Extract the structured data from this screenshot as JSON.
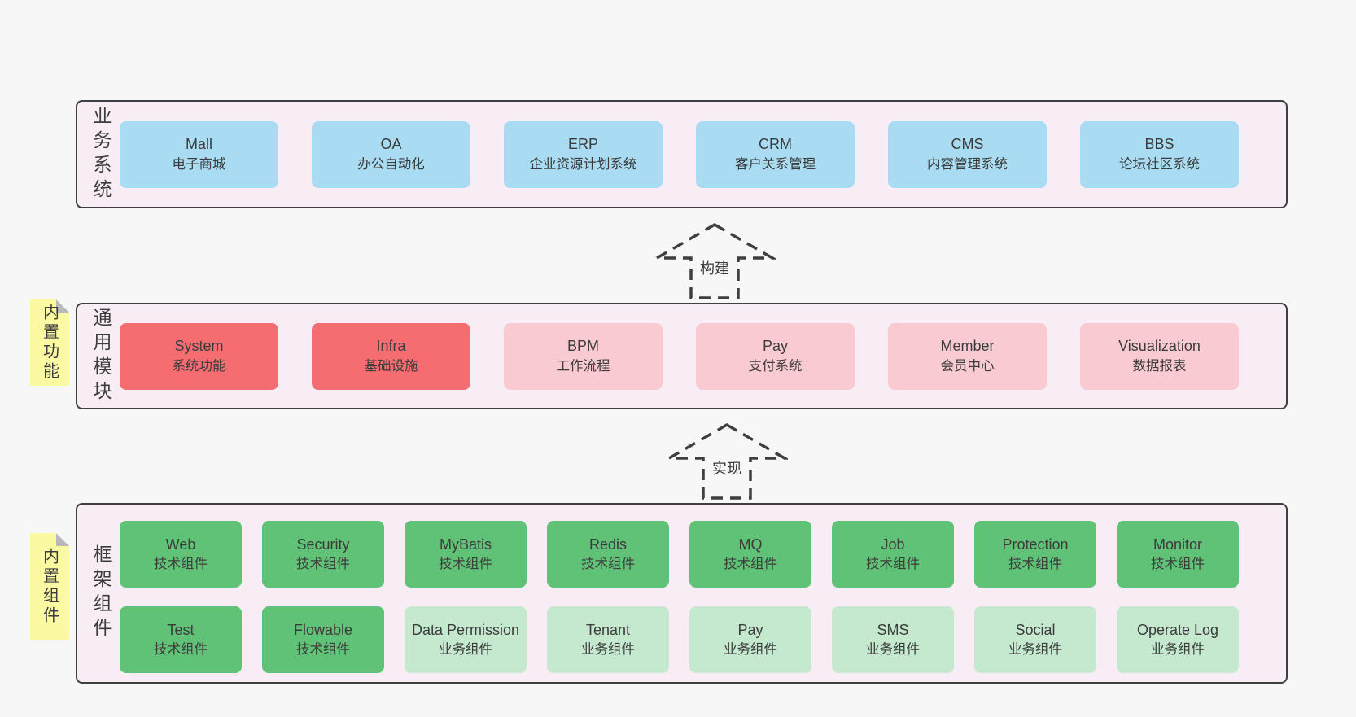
{
  "colors": {
    "page_bg": "#f7f7f7",
    "panel_bg": "#f8edf5",
    "panel_border": "#3f3f3f",
    "blue": "#a9dcf3",
    "red": "#f56c71",
    "pink": "#facad3",
    "green_dark": "#5fc276",
    "green_light": "#c4e9ce",
    "note_yellow": "#fbf9a1",
    "note_fold": "#b9b9b9",
    "text": "#3c3c3c"
  },
  "arrows": [
    {
      "label": "构建"
    },
    {
      "label": "实现"
    }
  ],
  "sections": [
    {
      "label": "业务系统",
      "boxes": [
        {
          "name": "Mall",
          "desc": "电子商城"
        },
        {
          "name": "OA",
          "desc": "办公自动化"
        },
        {
          "name": "ERP",
          "desc": "企业资源计划系统"
        },
        {
          "name": "CRM",
          "desc": "客户关系管理"
        },
        {
          "name": "CMS",
          "desc": "内容管理系统"
        },
        {
          "name": "BBS",
          "desc": "论坛社区系统"
        }
      ]
    },
    {
      "note": "内置功能",
      "label": "通用模块",
      "boxes": [
        {
          "name": "System",
          "desc": "系统功能"
        },
        {
          "name": "Infra",
          "desc": "基础设施"
        },
        {
          "name": "BPM",
          "desc": "工作流程"
        },
        {
          "name": "Pay",
          "desc": "支付系统"
        },
        {
          "name": "Member",
          "desc": "会员中心"
        },
        {
          "name": "Visualization",
          "desc": "数据报表"
        }
      ]
    },
    {
      "note": "内置组件",
      "label": "框架组件",
      "rows": [
        [
          {
            "name": "Web",
            "desc": "技术组件"
          },
          {
            "name": "Security",
            "desc": "技术组件"
          },
          {
            "name": "MyBatis",
            "desc": "技术组件"
          },
          {
            "name": "Redis",
            "desc": "技术组件"
          },
          {
            "name": "MQ",
            "desc": "技术组件"
          },
          {
            "name": "Job",
            "desc": "技术组件"
          },
          {
            "name": "Protection",
            "desc": "技术组件"
          },
          {
            "name": "Monitor",
            "desc": "技术组件"
          }
        ],
        [
          {
            "name": "Test",
            "desc": "技术组件"
          },
          {
            "name": "Flowable",
            "desc": "技术组件"
          },
          {
            "name": "Data Permission",
            "desc": "业务组件"
          },
          {
            "name": "Tenant",
            "desc": "业务组件"
          },
          {
            "name": "Pay",
            "desc": "业务组件"
          },
          {
            "name": "SMS",
            "desc": "业务组件"
          },
          {
            "name": "Social",
            "desc": "业务组件"
          },
          {
            "name": "Operate Log",
            "desc": "业务组件"
          }
        ]
      ]
    }
  ]
}
